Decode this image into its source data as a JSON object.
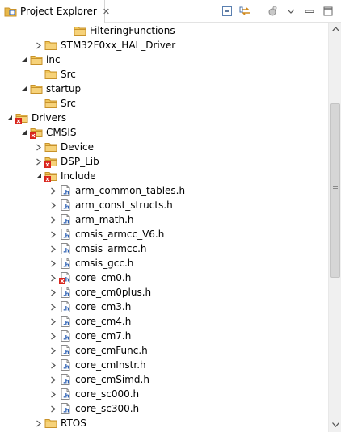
{
  "view_tab": {
    "label": "Project Explorer",
    "close": "✕"
  },
  "toolbar": [
    "collapse-all-icon",
    "link-with-editor-icon",
    "filters-icon",
    "view-menu-icon",
    "minimize-icon",
    "maximize-icon"
  ],
  "tree": [
    {
      "label": "FilteringFunctions",
      "level": 5,
      "icon": "folder",
      "toggle": "none"
    },
    {
      "label": "STM32F0xx_HAL_Driver",
      "level": 3,
      "icon": "folder",
      "toggle": "collapsed"
    },
    {
      "label": "inc",
      "level": 2,
      "icon": "folder",
      "toggle": "expanded"
    },
    {
      "label": "Src",
      "level": 3,
      "icon": "folder",
      "toggle": "none"
    },
    {
      "label": "startup",
      "level": 2,
      "icon": "folder",
      "toggle": "expanded"
    },
    {
      "label": "Src",
      "level": 3,
      "icon": "folder",
      "toggle": "none"
    },
    {
      "label": "Drivers",
      "level": 1,
      "icon": "folder-error",
      "toggle": "expanded"
    },
    {
      "label": "CMSIS",
      "level": 2,
      "icon": "folder-error",
      "toggle": "expanded"
    },
    {
      "label": "Device",
      "level": 3,
      "icon": "folder",
      "toggle": "collapsed"
    },
    {
      "label": "DSP_Lib",
      "level": 3,
      "icon": "folder-error",
      "toggle": "collapsed"
    },
    {
      "label": "Include",
      "level": 3,
      "icon": "folder-error",
      "toggle": "expanded"
    },
    {
      "label": "arm_common_tables.h",
      "level": 4,
      "icon": "header",
      "toggle": "collapsed"
    },
    {
      "label": "arm_const_structs.h",
      "level": 4,
      "icon": "header",
      "toggle": "collapsed"
    },
    {
      "label": "arm_math.h",
      "level": 4,
      "icon": "header",
      "toggle": "collapsed"
    },
    {
      "label": "cmsis_armcc_V6.h",
      "level": 4,
      "icon": "header",
      "toggle": "collapsed"
    },
    {
      "label": "cmsis_armcc.h",
      "level": 4,
      "icon": "header",
      "toggle": "collapsed"
    },
    {
      "label": "cmsis_gcc.h",
      "level": 4,
      "icon": "header",
      "toggle": "collapsed"
    },
    {
      "label": "core_cm0.h",
      "level": 4,
      "icon": "header-error",
      "toggle": "collapsed"
    },
    {
      "label": "core_cm0plus.h",
      "level": 4,
      "icon": "header",
      "toggle": "collapsed"
    },
    {
      "label": "core_cm3.h",
      "level": 4,
      "icon": "header",
      "toggle": "collapsed"
    },
    {
      "label": "core_cm4.h",
      "level": 4,
      "icon": "header",
      "toggle": "collapsed"
    },
    {
      "label": "core_cm7.h",
      "level": 4,
      "icon": "header",
      "toggle": "collapsed"
    },
    {
      "label": "core_cmFunc.h",
      "level": 4,
      "icon": "header",
      "toggle": "collapsed"
    },
    {
      "label": "core_cmInstr.h",
      "level": 4,
      "icon": "header",
      "toggle": "collapsed"
    },
    {
      "label": "core_cmSimd.h",
      "level": 4,
      "icon": "header",
      "toggle": "collapsed"
    },
    {
      "label": "core_sc000.h",
      "level": 4,
      "icon": "header",
      "toggle": "collapsed"
    },
    {
      "label": "core_sc300.h",
      "level": 4,
      "icon": "header",
      "toggle": "collapsed"
    },
    {
      "label": "RTOS",
      "level": 3,
      "icon": "folder",
      "toggle": "collapsed"
    }
  ],
  "colors": {
    "folder": "#e8b84a",
    "folder_dark": "#c8922a",
    "error": "#d9251c",
    "header_blue": "#2b5fb3",
    "toggle": "#444444"
  }
}
